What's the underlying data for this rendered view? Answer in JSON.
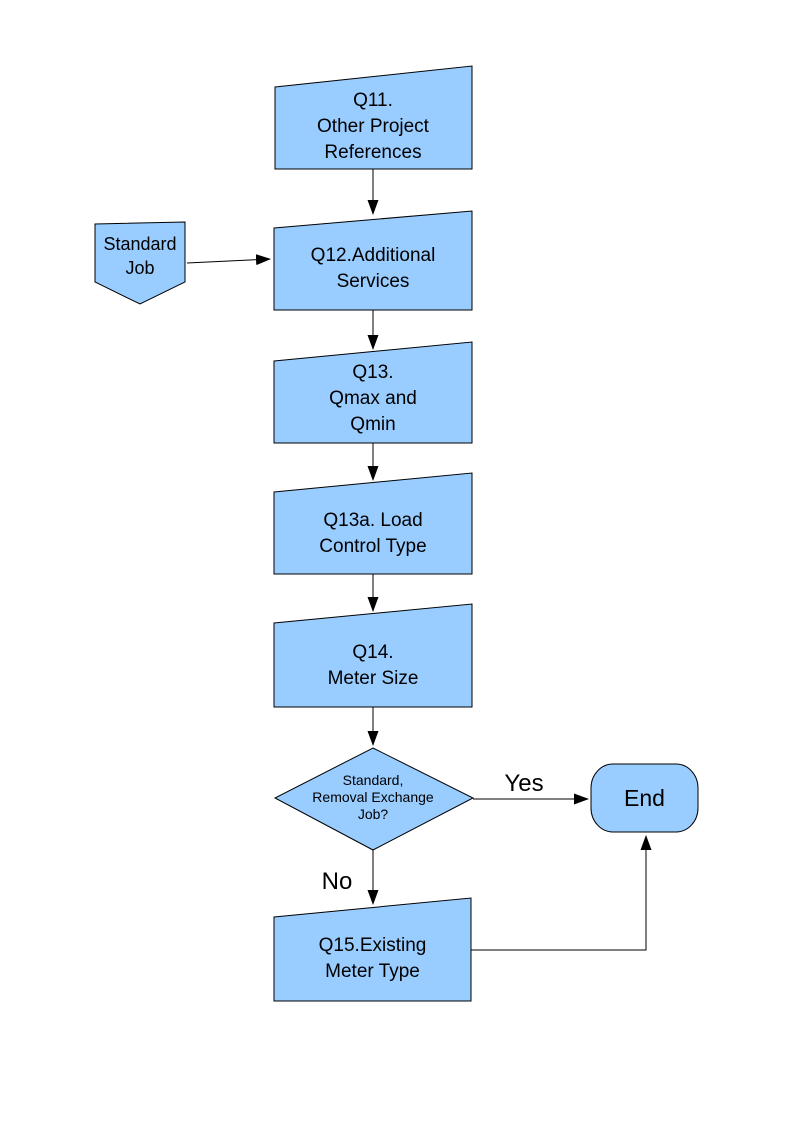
{
  "flowchart": {
    "colors": {
      "node_fill": "#99CCFF",
      "node_stroke": "#000000",
      "connector": "#000000",
      "text": "#000000",
      "background": "#FFFFFF"
    },
    "nodes": {
      "q11": {
        "label": "Q11.\nOther Project\nReferences"
      },
      "standard_job": {
        "label": "Standard\nJob"
      },
      "q12": {
        "label": "Q12.Additional\nServices"
      },
      "q13": {
        "label": "Q13.\nQmax and\nQmin"
      },
      "q13a": {
        "label": "Q13a. Load\nControl Type"
      },
      "q14": {
        "label": "Q14.\nMeter Size"
      },
      "decision": {
        "label": "Standard,\nRemoval Exchange\nJob?"
      },
      "end": {
        "label": "End"
      },
      "q15": {
        "label": "Q15.Existing\nMeter Type"
      }
    },
    "edge_labels": {
      "yes": "Yes",
      "no": "No"
    }
  }
}
